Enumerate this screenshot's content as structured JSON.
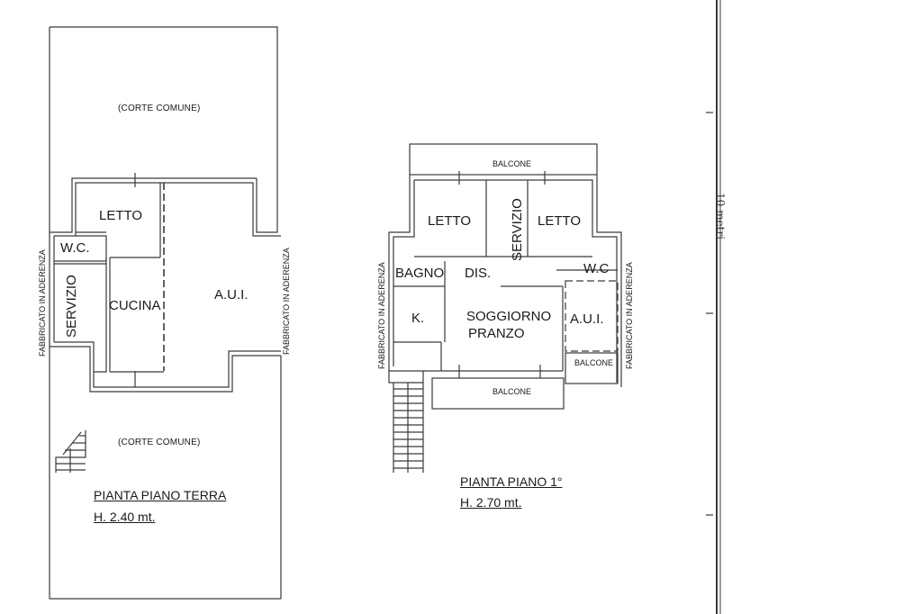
{
  "ground_floor": {
    "court_top": "(CORTE COMUNE)",
    "court_bottom": "(CORTE COMUNE)",
    "room_letto": "LETTO",
    "room_wc": "W.C.",
    "room_servizio": "SERVIZIO",
    "room_cucina": "CUCINA",
    "room_aui": "A.U.I.",
    "adjacent_left": "FABBRICATO IN ADERENZA",
    "adjacent_right": "FABBRICATO IN ADERENZA",
    "title": "PIANTA PIANO TERRA",
    "height": "H. 2.40 mt."
  },
  "first_floor": {
    "balcone_top": "BALCONE",
    "room_letto_left": "LETTO",
    "room_servizio": "SERVIZIO",
    "room_letto_right": "LETTO",
    "room_bagno": "BAGNO",
    "room_dis": "DIS.",
    "room_wc": "W.C",
    "room_k": "K.",
    "room_soggiorno": "SOGGIORNO",
    "room_pranzo": "PRANZO",
    "room_aui": "A.U.I.",
    "balcone_small": "BALCONE",
    "balcone_bottom": "BALCONE",
    "adjacent_left": "FABBRICATO IN ADERENZA",
    "adjacent_right": "FABBRICATO IN ADERENZA",
    "title": "PIANTA PIANO 1°",
    "height": "H. 2.70 mt."
  },
  "scale_bar": {
    "label": "10 metri"
  },
  "colors": {
    "ink": "#1a1a1a",
    "wall": "#3a3a3a",
    "paper": "#ffffff"
  }
}
